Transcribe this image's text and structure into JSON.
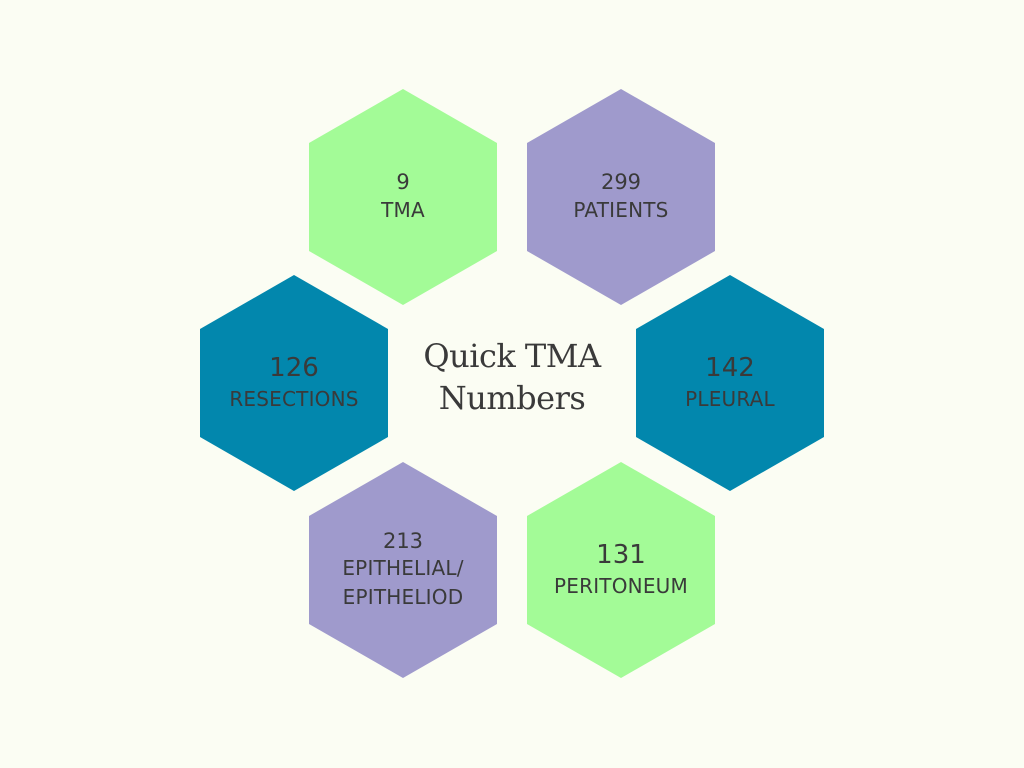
{
  "title": {
    "line1": "Quick TMA",
    "line2": "Numbers"
  },
  "colors": {
    "background": "#fbfdf3",
    "green": "#a3fb97",
    "purple": "#9f9acc",
    "teal": "#0287ad",
    "text": "#3a3a3a"
  },
  "items": [
    {
      "value": "9",
      "label": "TMA",
      "color": "green"
    },
    {
      "value": "299",
      "label": "PATIENTS",
      "color": "purple"
    },
    {
      "value": "126",
      "label": "RESECTIONS",
      "color": "teal"
    },
    {
      "value": "142",
      "label": "PLEURAL",
      "color": "teal"
    },
    {
      "value": "213",
      "label_line1": "EPITHELIAL/",
      "label_line2": "EPITHELIOD",
      "color": "purple"
    },
    {
      "value": "131",
      "label": "PERITONEUM",
      "color": "green"
    }
  ]
}
